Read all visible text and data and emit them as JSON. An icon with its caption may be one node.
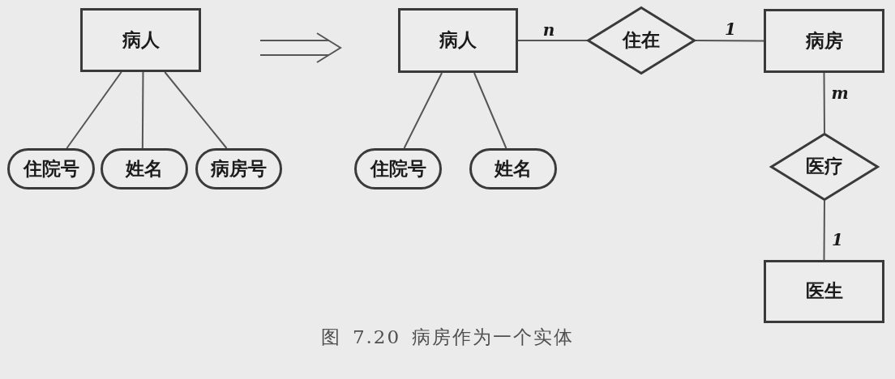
{
  "diagram": {
    "caption": "图 7.20 病房作为一个实体",
    "nodes": [
      {
        "text": [
          "病人"
        ]
      },
      {
        "text": [
          "住院号"
        ]
      },
      {
        "text": [
          "姓名"
        ]
      },
      {
        "text": [
          "病房号"
        ]
      },
      {
        "text": [
          "病人"
        ]
      },
      {
        "text": [
          "住在"
        ]
      },
      {
        "text": [
          "病房"
        ]
      },
      {
        "text": [
          "医疗"
        ]
      },
      {
        "text": [
          "住院号"
        ]
      },
      {
        "text": [
          "姓名"
        ]
      },
      {
        "text": [
          "医生"
        ]
      }
    ],
    "edges": [
      {
        "from": 0,
        "to": 1,
        "arrow": "none"
      },
      {
        "from": 0,
        "to": 2,
        "arrow": "none"
      },
      {
        "from": 0,
        "to": 3,
        "arrow": "none"
      },
      {
        "from": 4,
        "to": 5,
        "arrow": "none",
        "label": "n"
      },
      {
        "from": 5,
        "to": 6,
        "arrow": "none",
        "label": "1"
      },
      {
        "from": 4,
        "to": 8,
        "arrow": "none"
      },
      {
        "from": 4,
        "to": 9,
        "arrow": "none"
      },
      {
        "from": 6,
        "to": 7,
        "arrow": "none",
        "label": "m"
      },
      {
        "from": 7,
        "to": 10,
        "arrow": "none",
        "label": "1"
      }
    ]
  }
}
